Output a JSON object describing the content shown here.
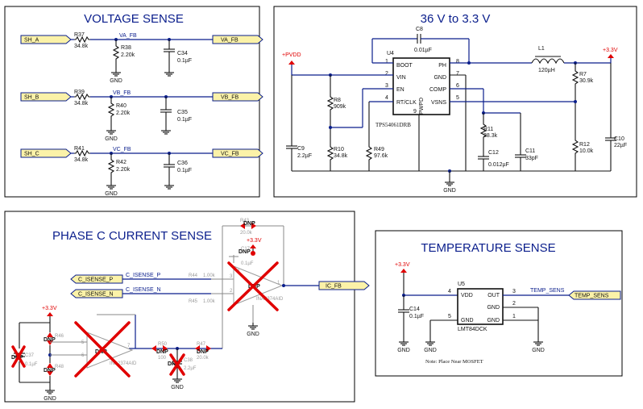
{
  "panels": {
    "voltage": {
      "title": "VOLTAGE SENSE",
      "inputs": [
        "SH_A",
        "SH_B",
        "SH_C"
      ],
      "outputs": [
        "VA_FB",
        "VB_FB",
        "VC_FB"
      ],
      "nets": [
        "VA_FB",
        "VB_FB",
        "VC_FB"
      ],
      "series_res": [
        {
          "ref": "R37",
          "value": "34.8k"
        },
        {
          "ref": "R39",
          "value": "34.8k"
        },
        {
          "ref": "R41",
          "value": "34.8k"
        }
      ],
      "shunt_res": [
        {
          "ref": "R38",
          "value": "2.20k"
        },
        {
          "ref": "R40",
          "value": "2.20k"
        },
        {
          "ref": "R42",
          "value": "2.20k"
        }
      ],
      "caps": [
        {
          "ref": "C34",
          "value": "0.1µF"
        },
        {
          "ref": "C35",
          "value": "0.1µF"
        },
        {
          "ref": "C36",
          "value": "0.1µF"
        }
      ],
      "gnd": "GND"
    },
    "buck": {
      "title": "36 V to 3.3 V",
      "ic_ref": "U4",
      "ic_part": "TPS54061DRB",
      "pins_left": [
        {
          "num": "1",
          "name": "BOOT"
        },
        {
          "num": "2",
          "name": "VIN"
        },
        {
          "num": "3",
          "name": "EN"
        },
        {
          "num": "4",
          "name": "RT/CLK"
        }
      ],
      "pins_right": [
        {
          "num": "8",
          "name": "PH"
        },
        {
          "num": "7",
          "name": "GND"
        },
        {
          "num": "6",
          "name": "COMP"
        },
        {
          "num": "5",
          "name": "VSNS"
        }
      ],
      "pin_bottom": {
        "num": "9",
        "name": "PWPD"
      },
      "in_rail": "+PVDD",
      "out_rail": "+3.3V",
      "boot_cap": {
        "ref": "C8",
        "value": "0.01µF"
      },
      "inductor": {
        "ref": "L1",
        "value": "120µH"
      },
      "parts": [
        {
          "ref": "R8",
          "value": "909k"
        },
        {
          "ref": "R10",
          "value": "34.8k"
        },
        {
          "ref": "R49",
          "value": "97.6k"
        },
        {
          "ref": "C9",
          "value": "2.2µF"
        },
        {
          "ref": "R11",
          "value": "38.3k"
        },
        {
          "ref": "C12",
          "value": "0.012µF"
        },
        {
          "ref": "C11",
          "value": "33pF"
        },
        {
          "ref": "R7",
          "value": "30.9k"
        },
        {
          "ref": "R12",
          "value": "10.0k"
        },
        {
          "ref": "C10",
          "value": "22µF"
        }
      ],
      "gnd": "GND"
    },
    "current": {
      "title": "PHASE C CURRENT SENSE",
      "in_p": "C_ISENSE_P",
      "in_n": "C_ISENSE_N",
      "out": "IC_FB",
      "supply": "+3.3V",
      "dnp": "DNP",
      "gnd": "GND",
      "amp_part": "INA2374AID",
      "amp_pins": [
        "4",
        "3",
        "2",
        "1",
        "5",
        "6",
        "7"
      ],
      "res_top": {
        "ref": "R43",
        "value": "20.0k"
      },
      "res_in1": {
        "ref": "R44",
        "value": "1.00k"
      },
      "res_in2": {
        "ref": "R45",
        "value": "1.00k"
      },
      "res_b1": {
        "ref": "R50",
        "value": "100"
      },
      "res_b2": {
        "ref": "R47",
        "value": "20.0k"
      },
      "res_l1": {
        "ref": "R46",
        "value": ""
      },
      "res_l2": {
        "ref": "R48",
        "value": ""
      },
      "cap_top": {
        "ref": "C17",
        "value": "0.1µF"
      },
      "cap_l": {
        "ref": "C37",
        "value": "0.1µF"
      },
      "cap_b": {
        "ref": "C38",
        "value": "2.2µF"
      }
    },
    "temp": {
      "title": "TEMPERATURE SENSE",
      "ic_ref": "U5",
      "ic_part": "LMT84DCK",
      "pins": [
        {
          "num": "4",
          "name": "VDD"
        },
        {
          "num": "5",
          "name": "GND"
        },
        {
          "num": "3",
          "name": "OUT"
        },
        {
          "num": "2",
          "name": "GND"
        },
        {
          "num": "1",
          "name": "GND"
        }
      ],
      "supply": "+3.3V",
      "net": "TEMP_SENS",
      "out_tag": "TEMP_SENS",
      "cap": {
        "ref": "C14",
        "value": "0.1µF"
      },
      "note": "Note: Place Near MOSFET",
      "gnd": "GND"
    }
  }
}
